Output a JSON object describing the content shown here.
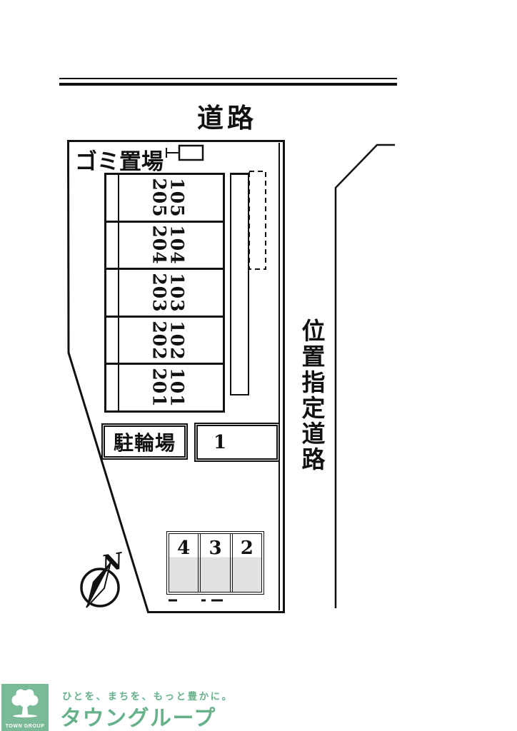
{
  "colors": {
    "ink": "#111111",
    "logo_square_green": "#7bba97",
    "brand_text_green": "#67b18a",
    "parking_cell_fill": "#e1e1e1"
  },
  "site_plan": {
    "top_road_label": "道路",
    "garbage_area_label": "ゴミ置場",
    "side_road_label": "位置指定道路",
    "bicycle_parking_label": "駐輪場",
    "units": [
      {
        "floor1": "105",
        "floor2": "205"
      },
      {
        "floor1": "104",
        "floor2": "204"
      },
      {
        "floor1": "103",
        "floor2": "203"
      },
      {
        "floor1": "102",
        "floor2": "202"
      },
      {
        "floor1": "101",
        "floor2": "201"
      }
    ],
    "parking_stall_large": "1",
    "parking_stalls": [
      "4",
      "3",
      "2"
    ],
    "compass_label": "N"
  },
  "footer": {
    "logo_box_label": "TOWN GROUP",
    "tagline": "ひとを、まちを、もっと豊かに。",
    "brand": "タウングループ"
  },
  "icons": [
    "compass-needle-icon",
    "tree-icon",
    "garbage-station-icon"
  ]
}
